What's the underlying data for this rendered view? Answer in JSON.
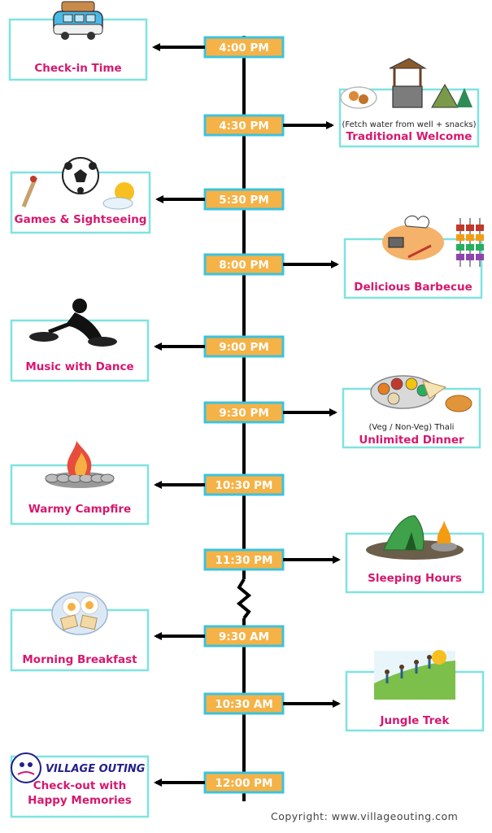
{
  "timeline": {
    "entries": [
      {
        "time": "4:00 PM",
        "label": "Check-in Time",
        "side": "left",
        "icon": "camper-van-icon"
      },
      {
        "time": "4:30 PM",
        "label": "Traditional Welcome",
        "sublabel": "(Fetch water from well + snacks)",
        "side": "right",
        "icon": "water-well-icon"
      },
      {
        "time": "5:30 PM",
        "label": "Games & Sightseeing",
        "side": "left",
        "icon": "football-icon"
      },
      {
        "time": "8:00 PM",
        "label": "Delicious Barbecue",
        "side": "right",
        "icon": "barbecue-icon"
      },
      {
        "time": "9:00 PM",
        "label": "Music with Dance",
        "side": "left",
        "icon": "dj-icon"
      },
      {
        "time": "9:30 PM",
        "label": "Unlimited Dinner",
        "sublabel": "(Veg / Non-Veg) Thali",
        "side": "right",
        "icon": "thali-icon"
      },
      {
        "time": "10:30 PM",
        "label": "Warmy Campfire",
        "side": "left",
        "icon": "campfire-icon"
      },
      {
        "time": "11:30 PM",
        "label": "Sleeping Hours",
        "side": "right",
        "icon": "tent-icon"
      },
      {
        "time": "9:30 AM",
        "label": "Morning Breakfast",
        "side": "left",
        "icon": "breakfast-icon"
      },
      {
        "time": "10:30 AM",
        "label": "Jungle Trek",
        "side": "right",
        "icon": "hikers-icon"
      },
      {
        "time": "12:00 PM",
        "label": "Check-out with Happy Memories",
        "label_lines": [
          "Check-out with",
          "Happy Memories"
        ],
        "side": "left",
        "icon": "village-outing-logo"
      }
    ]
  },
  "brand": {
    "name": "VILLAGE OUTING"
  },
  "footer": {
    "copyright": "Copyright: www.villageouting.com"
  },
  "colors": {
    "box_border": "#7fe3e0",
    "time_fill": "#f5b247",
    "time_border": "#3cc3dd",
    "label_text": "#d6186e",
    "line": "#000000"
  }
}
